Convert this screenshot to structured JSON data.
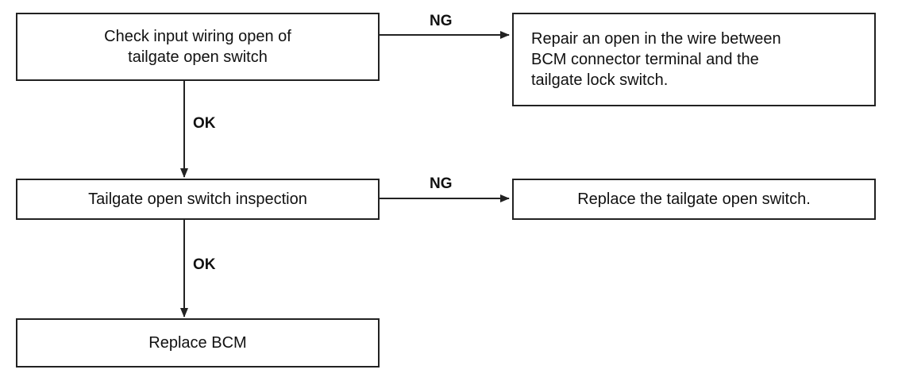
{
  "flowchart": {
    "steps": {
      "check_wiring": {
        "line1": "Check input wiring open of",
        "line2": "tailgate open switch"
      },
      "repair_open": {
        "line1": "Repair an open in the wire between",
        "line2": "BCM connector terminal and the",
        "line3": "tailgate lock switch."
      },
      "switch_inspection": {
        "text": "Tailgate open switch inspection"
      },
      "replace_switch": {
        "text": "Replace the tailgate open switch."
      },
      "replace_bcm": {
        "text": "Replace BCM"
      }
    },
    "edges": {
      "ng_1": "NG",
      "ok_1": "OK",
      "ng_2": "NG",
      "ok_2": "OK"
    }
  }
}
